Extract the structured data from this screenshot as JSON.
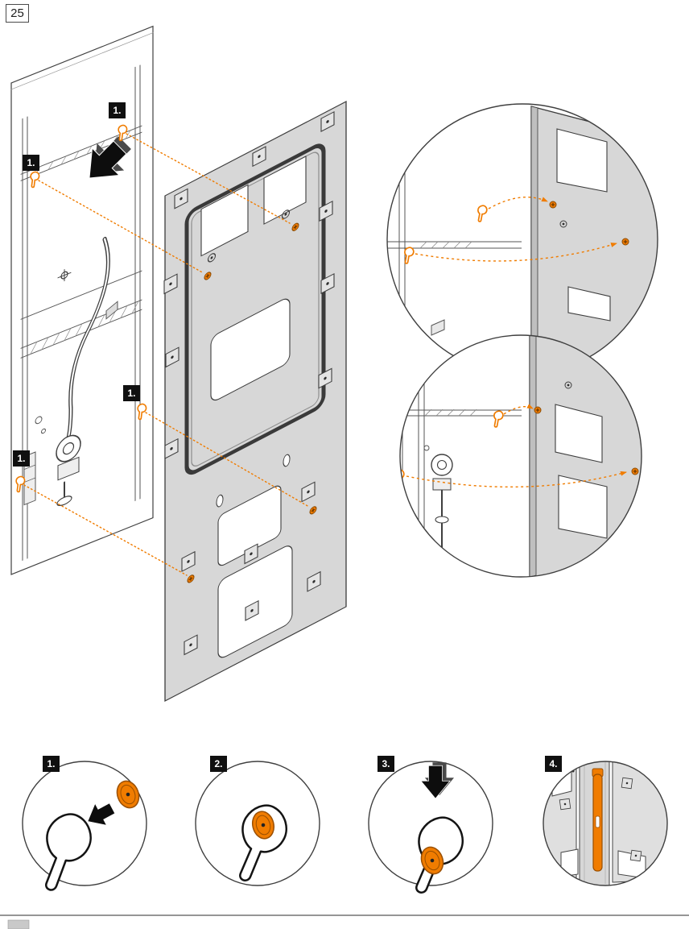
{
  "page": {
    "number": "25"
  },
  "colors": {
    "accent_orange": "#F07C00",
    "panel_gray": "#D7D7D7",
    "outline_dark": "#3C3C3C"
  },
  "callouts": {
    "items": [
      {
        "label": "1."
      },
      {
        "label": "1."
      },
      {
        "label": "1."
      },
      {
        "label": "1."
      }
    ]
  },
  "steps": {
    "items": [
      {
        "label": "1."
      },
      {
        "label": "2."
      },
      {
        "label": "3."
      },
      {
        "label": "4."
      }
    ]
  },
  "icons": {
    "fastener": "orange-grommet-clip-icon",
    "screw": "orange-screw-icon",
    "press_arrow": "black-press-arrow-icon",
    "gasket": "keyhole-gasket-outline",
    "disc": "orange-sealing-disc"
  }
}
